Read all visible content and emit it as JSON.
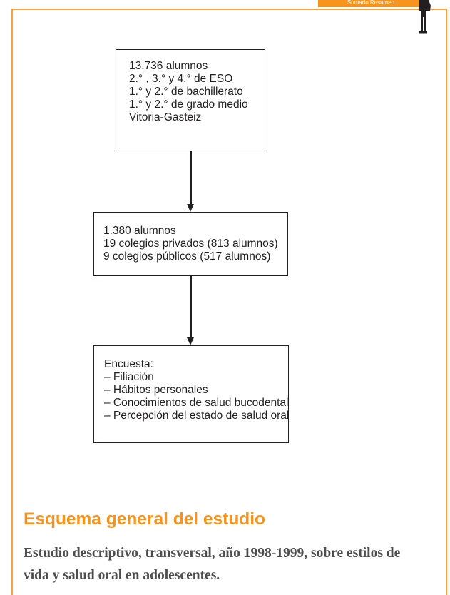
{
  "header": {
    "tab_label": "Sumario Resumen"
  },
  "diagram": {
    "box1": {
      "lines": [
        "13.736 alumnos",
        "2.° , 3.° y 4.° de ESO",
        "1.° y  2.° de bachillerato",
        "1.° y  2.° de grado medio",
        "Vitoria-Gasteiz"
      ]
    },
    "box2": {
      "lines": [
        "1.380 alumnos",
        "19 colegios privados (813 alumnos)",
        "9 colegios públicos (517 alumnos)"
      ]
    },
    "box3": {
      "lines": [
        "Encuesta:",
        "– Filiación",
        "– Hábitos personales",
        "– Conocimientos de salud bucodental",
        "– Percepción del estado de salud oral"
      ]
    }
  },
  "caption": {
    "title": "Esquema general del estudio",
    "description": "Estudio descriptivo, transversal, año 1998-1999, sobre estilos de vida y salud oral en adolescentes."
  },
  "colors": {
    "accent": "#f7941d",
    "frame": "#f7a23b",
    "text": "#231f20",
    "description_text": "#4d4d4f"
  },
  "icons": {
    "corner": "person-figure-icon"
  }
}
